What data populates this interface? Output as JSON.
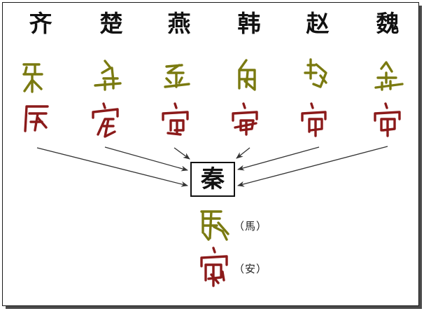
{
  "diagram": {
    "states": [
      {
        "id": "qi",
        "label": "齐"
      },
      {
        "id": "chu",
        "label": "楚"
      },
      {
        "id": "yan",
        "label": "燕"
      },
      {
        "id": "han",
        "label": "韩"
      },
      {
        "id": "zhao",
        "label": "赵"
      },
      {
        "id": "wei",
        "label": "魏"
      }
    ],
    "center": {
      "label": "秦"
    },
    "annotations": {
      "ma": "（馬）",
      "an": "（安）"
    },
    "colors": {
      "ma_glyph": "#7a7a10",
      "an_glyph": "#8b1a1a",
      "arrow": "#333333",
      "text": "#111111"
    }
  }
}
